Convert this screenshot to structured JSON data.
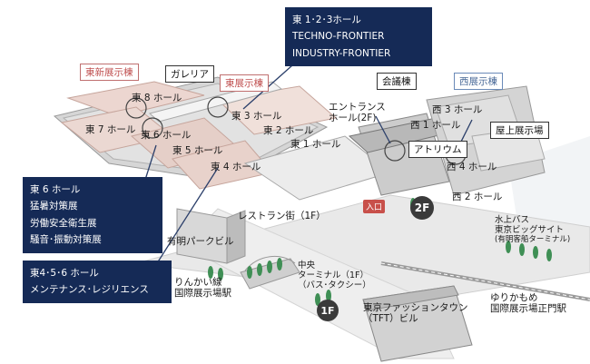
{
  "callouts": {
    "east123": {
      "lines": [
        "東 1･2･3ホール",
        "TECHNO-FRONTIER",
        "INDUSTRY-FRONTIER"
      ]
    },
    "east6": {
      "lines": [
        "東 6 ホール",
        "猛暑対策展",
        "労働安全衛生展",
        "騒音･振動対策展"
      ]
    },
    "east456": {
      "lines": [
        "東4･5･6 ホール",
        "メンテナンス･レジリエンス"
      ]
    }
  },
  "tags": {
    "east_new": "東新展示棟",
    "galleria": "ガレリア",
    "east_building": "東展示棟",
    "conference": "会議棟",
    "west_building": "西展示棟",
    "rooftop": "屋上展示場",
    "atrium": "アトリウム"
  },
  "labels": {
    "hall_e8": "東 8 ホール",
    "hall_e7": "東 7 ホール",
    "hall_e6": "東 6 ホール",
    "hall_e5": "東 5 ホール",
    "hall_e4": "東 4 ホール",
    "hall_e3": "東 3 ホール",
    "hall_e2": "東 2 ホール",
    "hall_e1": "東 1 ホール",
    "entrance_hall_1": "エントランス",
    "entrance_hall_2": "ホール(2F)",
    "hall_w3": "西 3 ホール",
    "hall_w1": "西 1 ホール",
    "hall_w4": "西 4 ホール",
    "hall_w2": "西 2 ホール",
    "restaurant": "レストラン街（1F）",
    "ariake_park": "有明パークビル",
    "entrance_sign": "入口",
    "floor_2f": "2F",
    "floor_1f": "1F",
    "water_bus_1": "水上バス",
    "water_bus_2": "東京ビッグサイト",
    "water_bus_3": "(有明客船ターミナル)",
    "central_terminal_1": "中央",
    "central_terminal_2": "ターミナル（1F）",
    "central_terminal_3": "（バス･タクシー）",
    "rinkai_1": "りんかい線",
    "rinkai_2": "国際展示場駅",
    "tft_1": "東京ファッションタウン",
    "tft_2": "（TFT）ビル",
    "yurikamome_1": "ゆりかもめ",
    "yurikamome_2": "国際展示場正門駅"
  },
  "colors": {
    "navy": "#152a56",
    "east_new_tag": "#c05050",
    "west_tag": "#4a6a98",
    "entrance": "#c8504a",
    "building_fill": "#dcdcdc",
    "roof_pink": "#e8c8c0"
  }
}
